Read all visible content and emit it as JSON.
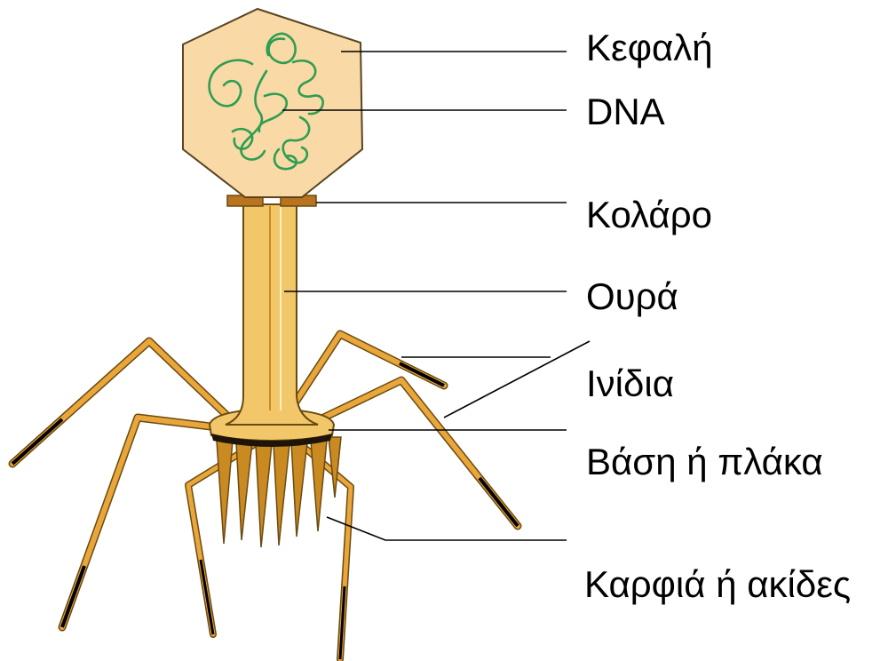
{
  "diagram": {
    "labels": {
      "head": "Κεφαλή",
      "dna": "DNA",
      "collar": "Κολάρο",
      "tail": "Ουρά",
      "fibers": "Ινίδια",
      "base_plate": "Βάση ή πλάκα",
      "spikes": "Καρφιά ή ακίδες"
    },
    "colors": {
      "capsid_fill": "#F9D9A6",
      "outline": "#5A4520",
      "dna_strand": "#2E9E52",
      "collar": "#B8741E",
      "tail": "#F2C76A",
      "base_plate": "#1F1408",
      "spike": "#C98A22",
      "fiber": "#E9A63A",
      "fiber_tip": "#000000"
    }
  }
}
